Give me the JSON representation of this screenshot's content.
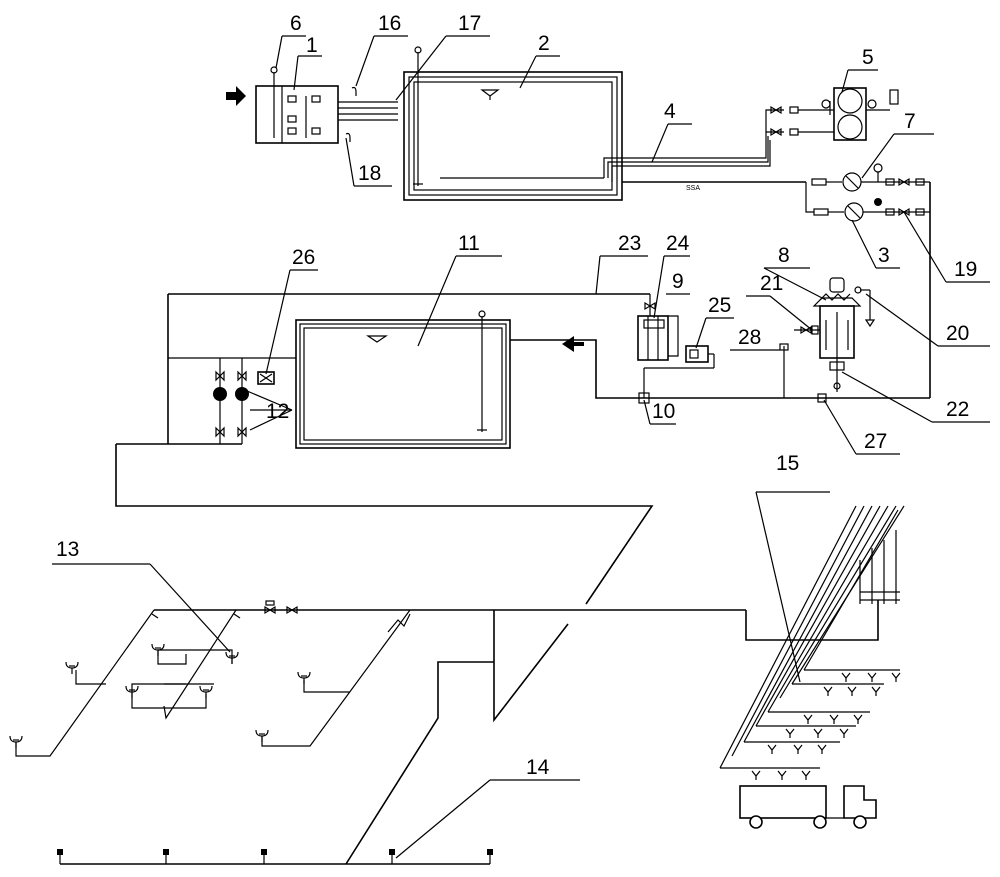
{
  "labels": {
    "l1": "1",
    "l2": "2",
    "l3": "3",
    "l4": "4",
    "l5": "5",
    "l6": "6",
    "l7": "7",
    "l8": "8",
    "l9": "9",
    "l10": "10",
    "l11": "11",
    "l12": "12",
    "l13": "13",
    "l14": "14",
    "l15": "15",
    "l16": "16",
    "l17": "17",
    "l18": "18",
    "l19": "19",
    "l20": "20",
    "l21": "21",
    "l22": "22",
    "l23": "23",
    "l24": "24",
    "l25": "25",
    "l26": "26",
    "l27": "27",
    "l28": "28"
  },
  "pipe_tag": "SSA",
  "icons": {
    "inlet_arrow": "inlet-arrow-icon",
    "return_arrow": "return-arrow-icon",
    "truck": "truck-icon",
    "sprinkler": "sprinkler-icon",
    "pump": "pump-icon",
    "valve": "valve-icon"
  },
  "colors": {
    "line": "#000000",
    "background": "#ffffff"
  }
}
